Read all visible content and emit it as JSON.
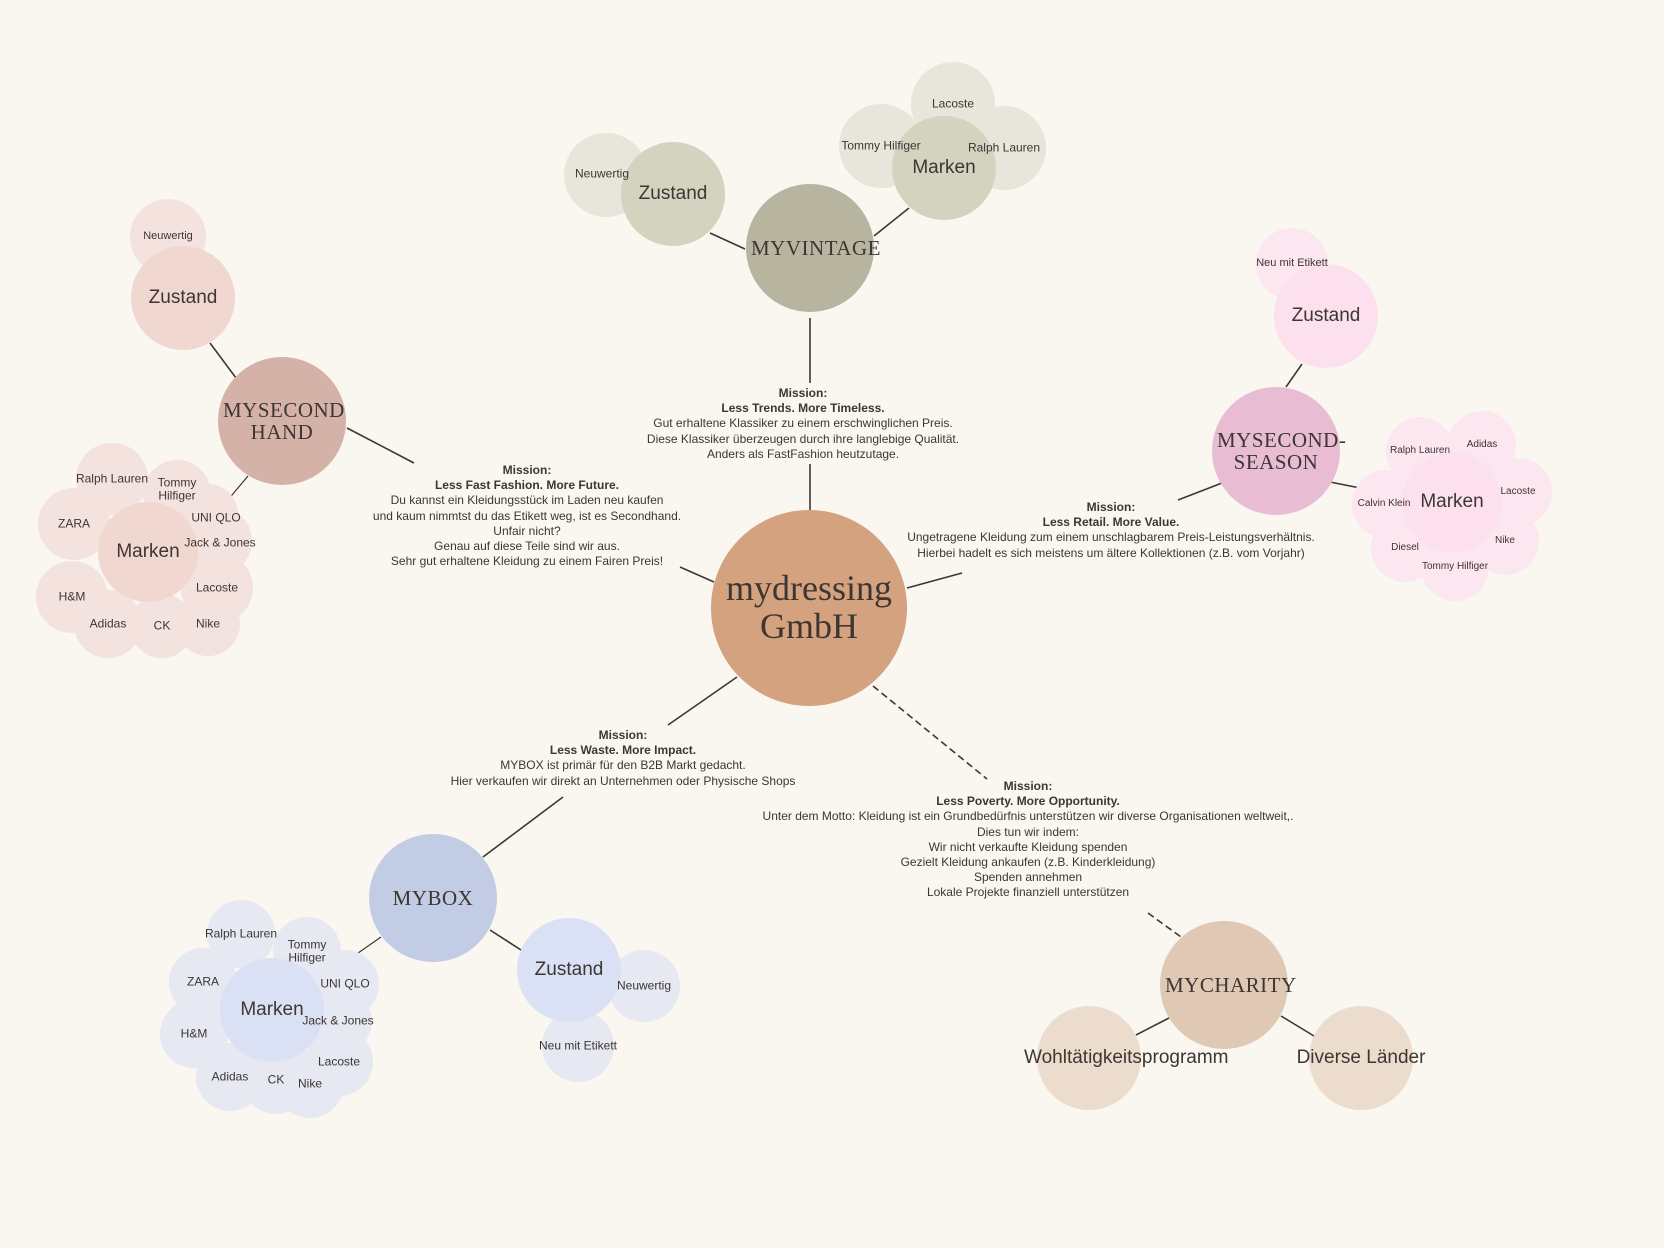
{
  "center": {
    "label": "mydressing GmbH",
    "color": "#d4a27f"
  },
  "branches": {
    "vintage": {
      "label": "MYVINTAGE",
      "color": "#b7b5a0",
      "mission": {
        "title": "Mission:",
        "slogan": "Less Trends. More Timeless.",
        "lines": [
          "Gut erhaltene Klassiker zu einem erschwinglichen Preis.",
          "Diese Klassiker überzeugen durch ihre langlebige Qualität.",
          "Anders als FastFashion heutzutage."
        ]
      },
      "zustand": {
        "label": "Zustand",
        "items": [
          "Neuwertig"
        ]
      },
      "marken": {
        "label": "Marken",
        "items": [
          "Lacoste",
          "Tommy Hilfiger",
          "Ralph Lauren"
        ]
      }
    },
    "secondhand": {
      "label": "MYSECOND HAND",
      "color": "#d4b2a8",
      "mission": {
        "title": "Mission:",
        "slogan": "Less Fast Fashion. More Future.",
        "lines": [
          "Du kannst ein Kleidungsstück im Laden neu kaufen",
          "und kaum nimmtst du das Etikett weg, ist es Secondhand.",
          "Unfair nicht?",
          "Genau auf diese Teile sind wir aus.",
          "Sehr gut erhaltene Kleidung zu einem Fairen Preis!"
        ]
      },
      "zustand": {
        "label": "Zustand",
        "items": [
          "Neuwertig"
        ]
      },
      "marken": {
        "label": "Marken",
        "items": [
          "Ralph Lauren",
          "Tommy Hilfiger",
          "UNI QLO",
          "ZARA",
          "Jack & Jones",
          "H&M",
          "Lacoste",
          "Adidas",
          "CK",
          "Nike"
        ]
      }
    },
    "season": {
      "label": "MYSECOND-SEASON",
      "color": "#e8bcd2",
      "mission": {
        "title": "Mission:",
        "slogan": "Less Retail. More Value.",
        "lines": [
          "Ungetragene Kleidung zum einem unschlagbarem Preis-Leistungsverhältnis.",
          "Hierbei hadelt es sich meistens um ältere Kollektionen (z.B. vom Vorjahr)"
        ]
      },
      "zustand": {
        "label": "Zustand",
        "items": [
          "Neu mit Etikett"
        ]
      },
      "marken": {
        "label": "Marken",
        "items": [
          "Ralph Lauren",
          "Adidas",
          "Lacoste",
          "Calvin Klein",
          "Nike",
          "Diesel",
          "Tommy Hilfiger"
        ]
      }
    },
    "mybox": {
      "label": "MYBOX",
      "color": "#c2cce4",
      "mission": {
        "title": "Mission:",
        "slogan": "Less Waste. More Impact.",
        "lines": [
          "MYBOX ist primär für den B2B Markt gedacht.",
          "Hier verkaufen wir direkt an Unternehmen oder Physische Shops"
        ]
      },
      "zustand": {
        "label": "Zustand",
        "items": [
          "Neuwertig",
          "Neu mit Etikett"
        ]
      },
      "marken": {
        "label": "Marken",
        "items": [
          "Ralph Lauren",
          "Tommy Hilfiger",
          "UNI QLO",
          "ZARA",
          "Jack & Jones",
          "H&M",
          "Lacoste",
          "Adidas",
          "CK",
          "Nike"
        ]
      }
    },
    "charity": {
      "label": "MYCHARITY",
      "color": "#dfc8b4",
      "mission": {
        "title": "Mission:",
        "slogan": "Less Poverty. More Opportunity.",
        "lines": [
          "Unter dem Motto: Kleidung ist ein Grundbedürfnis unterstützen wir diverse Organisationen weltweit,.",
          "Dies tun wir indem:",
          "Wir nicht verkaufte Kleidung spenden",
          "Gezielt Kleidung ankaufen (z.B. Kinderkleidung)",
          "Spenden annehmen",
          "Lokale Projekte finanziell unterstützen"
        ]
      },
      "children": [
        "Wohltätigkeitsprogramm",
        "Diverse Länder"
      ]
    }
  }
}
